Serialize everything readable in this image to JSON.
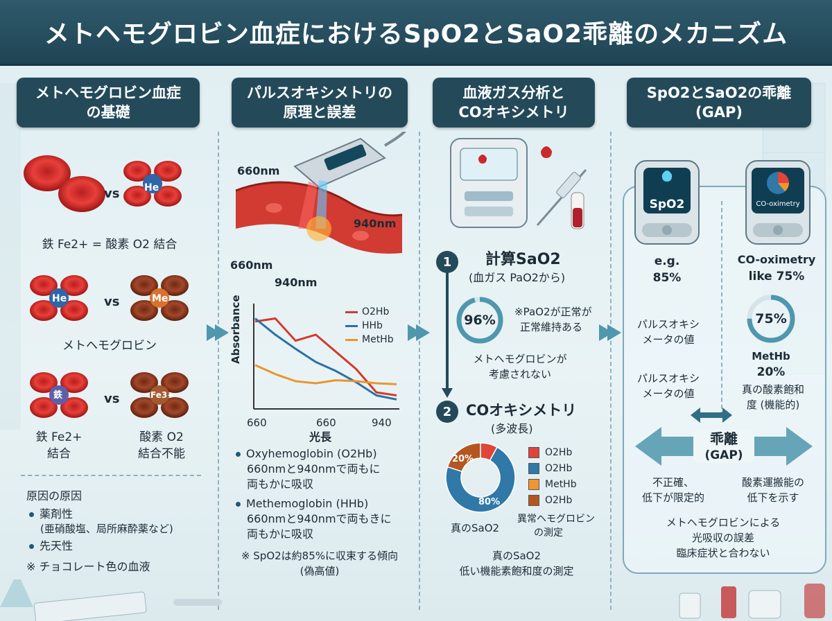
{
  "title": "メトヘモグロビン血症におけるSpO2とSaO2乖離のメカニズム",
  "columns": [
    {
      "line1": "メトヘモグロビン血症",
      "line2": "の基礎"
    },
    {
      "line1": "パルスオキシメトリの",
      "line2": "原理と誤差"
    },
    {
      "line1": "血液ガス分析と",
      "line2": "COオキシメトリ"
    },
    {
      "line1": "SpO2とSaO2の乖離",
      "line2": "(GAP)"
    }
  ],
  "col1": {
    "vs": "vs",
    "he": "He",
    "me": "Me",
    "tetsu": "鉄",
    "fe3": "Fe3+",
    "bind_caption": "鉄 Fe2+ = 酸素 O2 結合",
    "methb_caption": "メトヘモグロビン",
    "fe2_line1": "鉄 Fe2+",
    "fe2_line2": "結合",
    "o2_line1": "酸素 O2",
    "o2_line2": "結合不能",
    "causes_title": "原因の原因",
    "cause1": "薬剤性",
    "cause1_detail": "(亜硝酸塩、局所麻酔薬など)",
    "cause2": "先天性",
    "note": "※ チョコレート色の血液"
  },
  "col2": {
    "lbl_660_top": "660nm",
    "lbl_940_right": "940nm",
    "lbl_660_left": "660nm",
    "lbl_940_bottom": "940nm",
    "ylabel": "Absorbance",
    "xticks": [
      "660",
      "660",
      "940"
    ],
    "xlabel": "光長",
    "bullet1_title": "Oxyhemoglobin (O2Hb)",
    "bullet1_l2": "660nmと940nmで両もに",
    "bullet1_l3": "両もかに吸収",
    "bullet2_title": "Methemoglobin (HHb)",
    "bullet2_l2": "660nmと940nmで両もきに",
    "bullet2_l3": "両もかに吸収",
    "note_l1": "※ SpO2は約85%に収束する傾向",
    "note_l2": "(偽高値)"
  },
  "chart_data": {
    "type": "line",
    "ylabel": "Absorbance",
    "xlabel": "光長",
    "x_tick_labels": [
      "660",
      "660",
      "940"
    ],
    "series": [
      {
        "name": "O2Hb",
        "color": "#d33a2c",
        "values": [
          0.85,
          0.88,
          0.66,
          0.72,
          0.55,
          0.38,
          0.15,
          0.12
        ]
      },
      {
        "name": "HHb",
        "color": "#2e6fa8",
        "values": [
          0.88,
          0.72,
          0.58,
          0.45,
          0.36,
          0.25,
          0.12,
          0.08
        ]
      },
      {
        "name": "MetHb",
        "color": "#e8962c",
        "values": [
          0.42,
          0.33,
          0.26,
          0.24,
          0.27,
          0.26,
          0.24,
          0.23
        ]
      }
    ]
  },
  "col3": {
    "step1_num": "1",
    "step1_title": "計算SaO2",
    "step1_sub": "(血ガス PaO2から)",
    "ring_value": "96%",
    "ring_fraction": 0.96,
    "note_l1": "※PaO2が正常が",
    "note_l2": "正常維持ある",
    "not_considered_l1": "メトヘモグロビンが",
    "not_considered_l2": "考慮されない",
    "step2_num": "2",
    "step2_title": "COオキシメトリ",
    "step2_sub": "(多波長)",
    "donut_label_20": "20%",
    "donut_label_80": "80%",
    "legend": [
      {
        "label": "O2Hb",
        "color": "#e0443a"
      },
      {
        "label": "O2Hb",
        "color": "#2f78a8"
      },
      {
        "label": "MetHb",
        "color": "#ef9630"
      },
      {
        "label": "O2Hb",
        "color": "#b4561f"
      }
    ],
    "true_sao2": "真のSaO2",
    "abn_l1": "異常ヘモグロビン",
    "abn_l2": "の測定",
    "bottom_l1": "真のSaO2",
    "bottom_l2": "低い機能素飽和度の測定"
  },
  "col4": {
    "device1_label": "SpO2",
    "device2_label": "CO-oximetry",
    "eg_l1": "e.g.",
    "eg_l2": "85%",
    "co_l1": "CO-oximetry",
    "co_l2": "like 75%",
    "ring_value": "75%",
    "ring_fraction": 0.75,
    "pulse_val_1_l1": "パルスオキシ",
    "pulse_val_1_l2": "メータの値",
    "methb_l1": "MetHb",
    "methb_l2": "20%",
    "pulse_val_2_l1": "パルスオキシ",
    "pulse_val_2_l2": "メータの値",
    "true_l1": "真の酸素飽和",
    "true_l2": "度 (機能的)",
    "gap_l1": "乖離",
    "gap_l2": "(GAP)",
    "left_l1": "不正確、",
    "left_l2": "低下が限定的",
    "right_l1": "酸素運搬能の",
    "right_l2": "低下を示す",
    "bottom_l1": "メトヘモグロビンによる",
    "bottom_l2": "光吸収の誤差",
    "bottom_l3": "臨床症状と合わない"
  }
}
